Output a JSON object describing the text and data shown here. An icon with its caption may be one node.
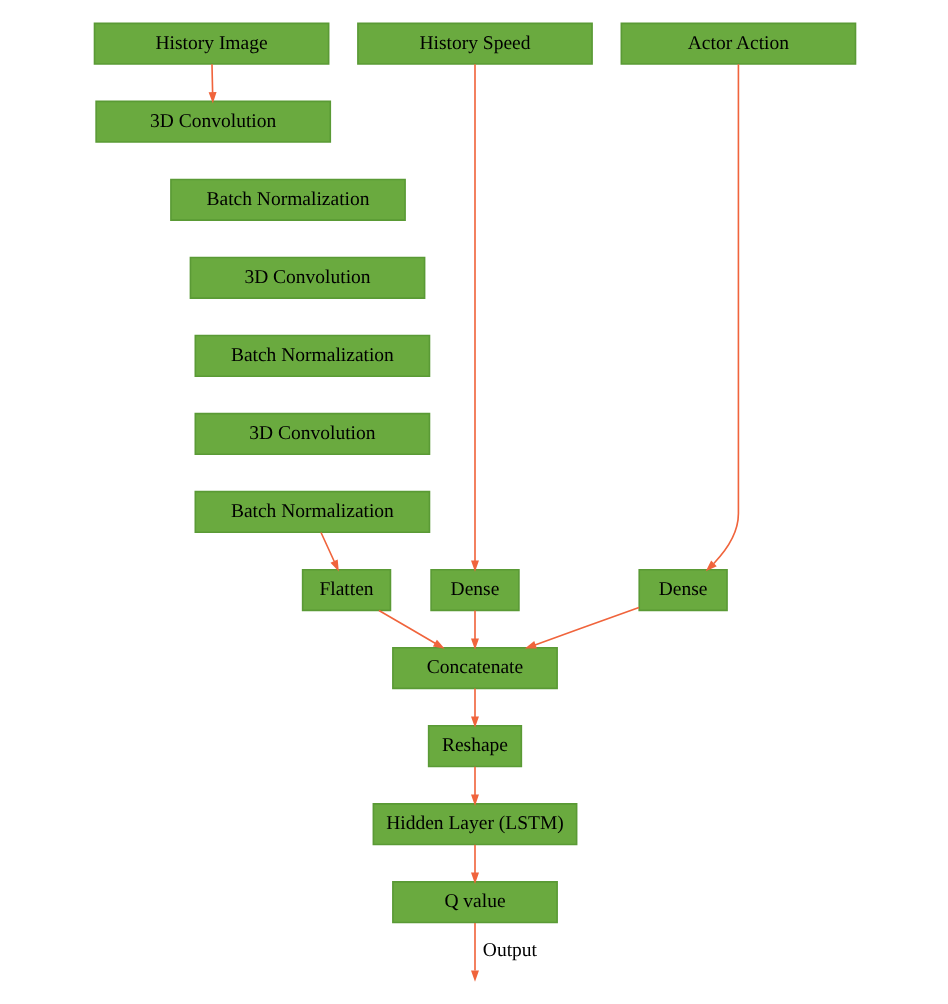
{
  "diagram": {
    "nodes": [
      {
        "text": [
          "History Image"
        ]
      },
      {
        "text": [
          "History Speed"
        ]
      },
      {
        "text": [
          "Actor Action"
        ]
      },
      {
        "text": [
          "3D Convolution"
        ]
      },
      {
        "text": [
          "Batch Normalization"
        ]
      },
      {
        "text": [
          "3D Convolution"
        ]
      },
      {
        "text": [
          "Batch Normalization"
        ]
      },
      {
        "text": [
          "3D Convolution"
        ]
      },
      {
        "text": [
          "Batch Normalization"
        ]
      },
      {
        "text": [
          "Flatten"
        ]
      },
      {
        "text": [
          "Dense"
        ]
      },
      {
        "text": [
          "Dense"
        ]
      },
      {
        "text": [
          "Concatenate"
        ]
      },
      {
        "text": [
          "Reshape"
        ]
      },
      {
        "text": [
          "Hidden Layer (LSTM)"
        ]
      },
      {
        "text": [
          "Q value"
        ]
      }
    ],
    "edges": [
      {
        "from": 0,
        "to": 3,
        "arrow": "to"
      },
      {
        "from": 8,
        "to": 9,
        "arrow": "to"
      },
      {
        "from": 1,
        "to": 10,
        "arrow": "to"
      },
      {
        "from": 2,
        "to": 11,
        "arrow": "to"
      },
      {
        "from": 9,
        "to": 12,
        "arrow": "to"
      },
      {
        "from": 10,
        "to": 12,
        "arrow": "to"
      },
      {
        "from": 11,
        "to": 12,
        "arrow": "to"
      },
      {
        "from": 12,
        "to": 13,
        "arrow": "to"
      },
      {
        "from": 13,
        "to": 14,
        "arrow": "to"
      },
      {
        "from": 14,
        "to": 15,
        "arrow": "to"
      },
      {
        "from": 15,
        "to": null,
        "arrow": "to",
        "label": "Output"
      }
    ]
  }
}
